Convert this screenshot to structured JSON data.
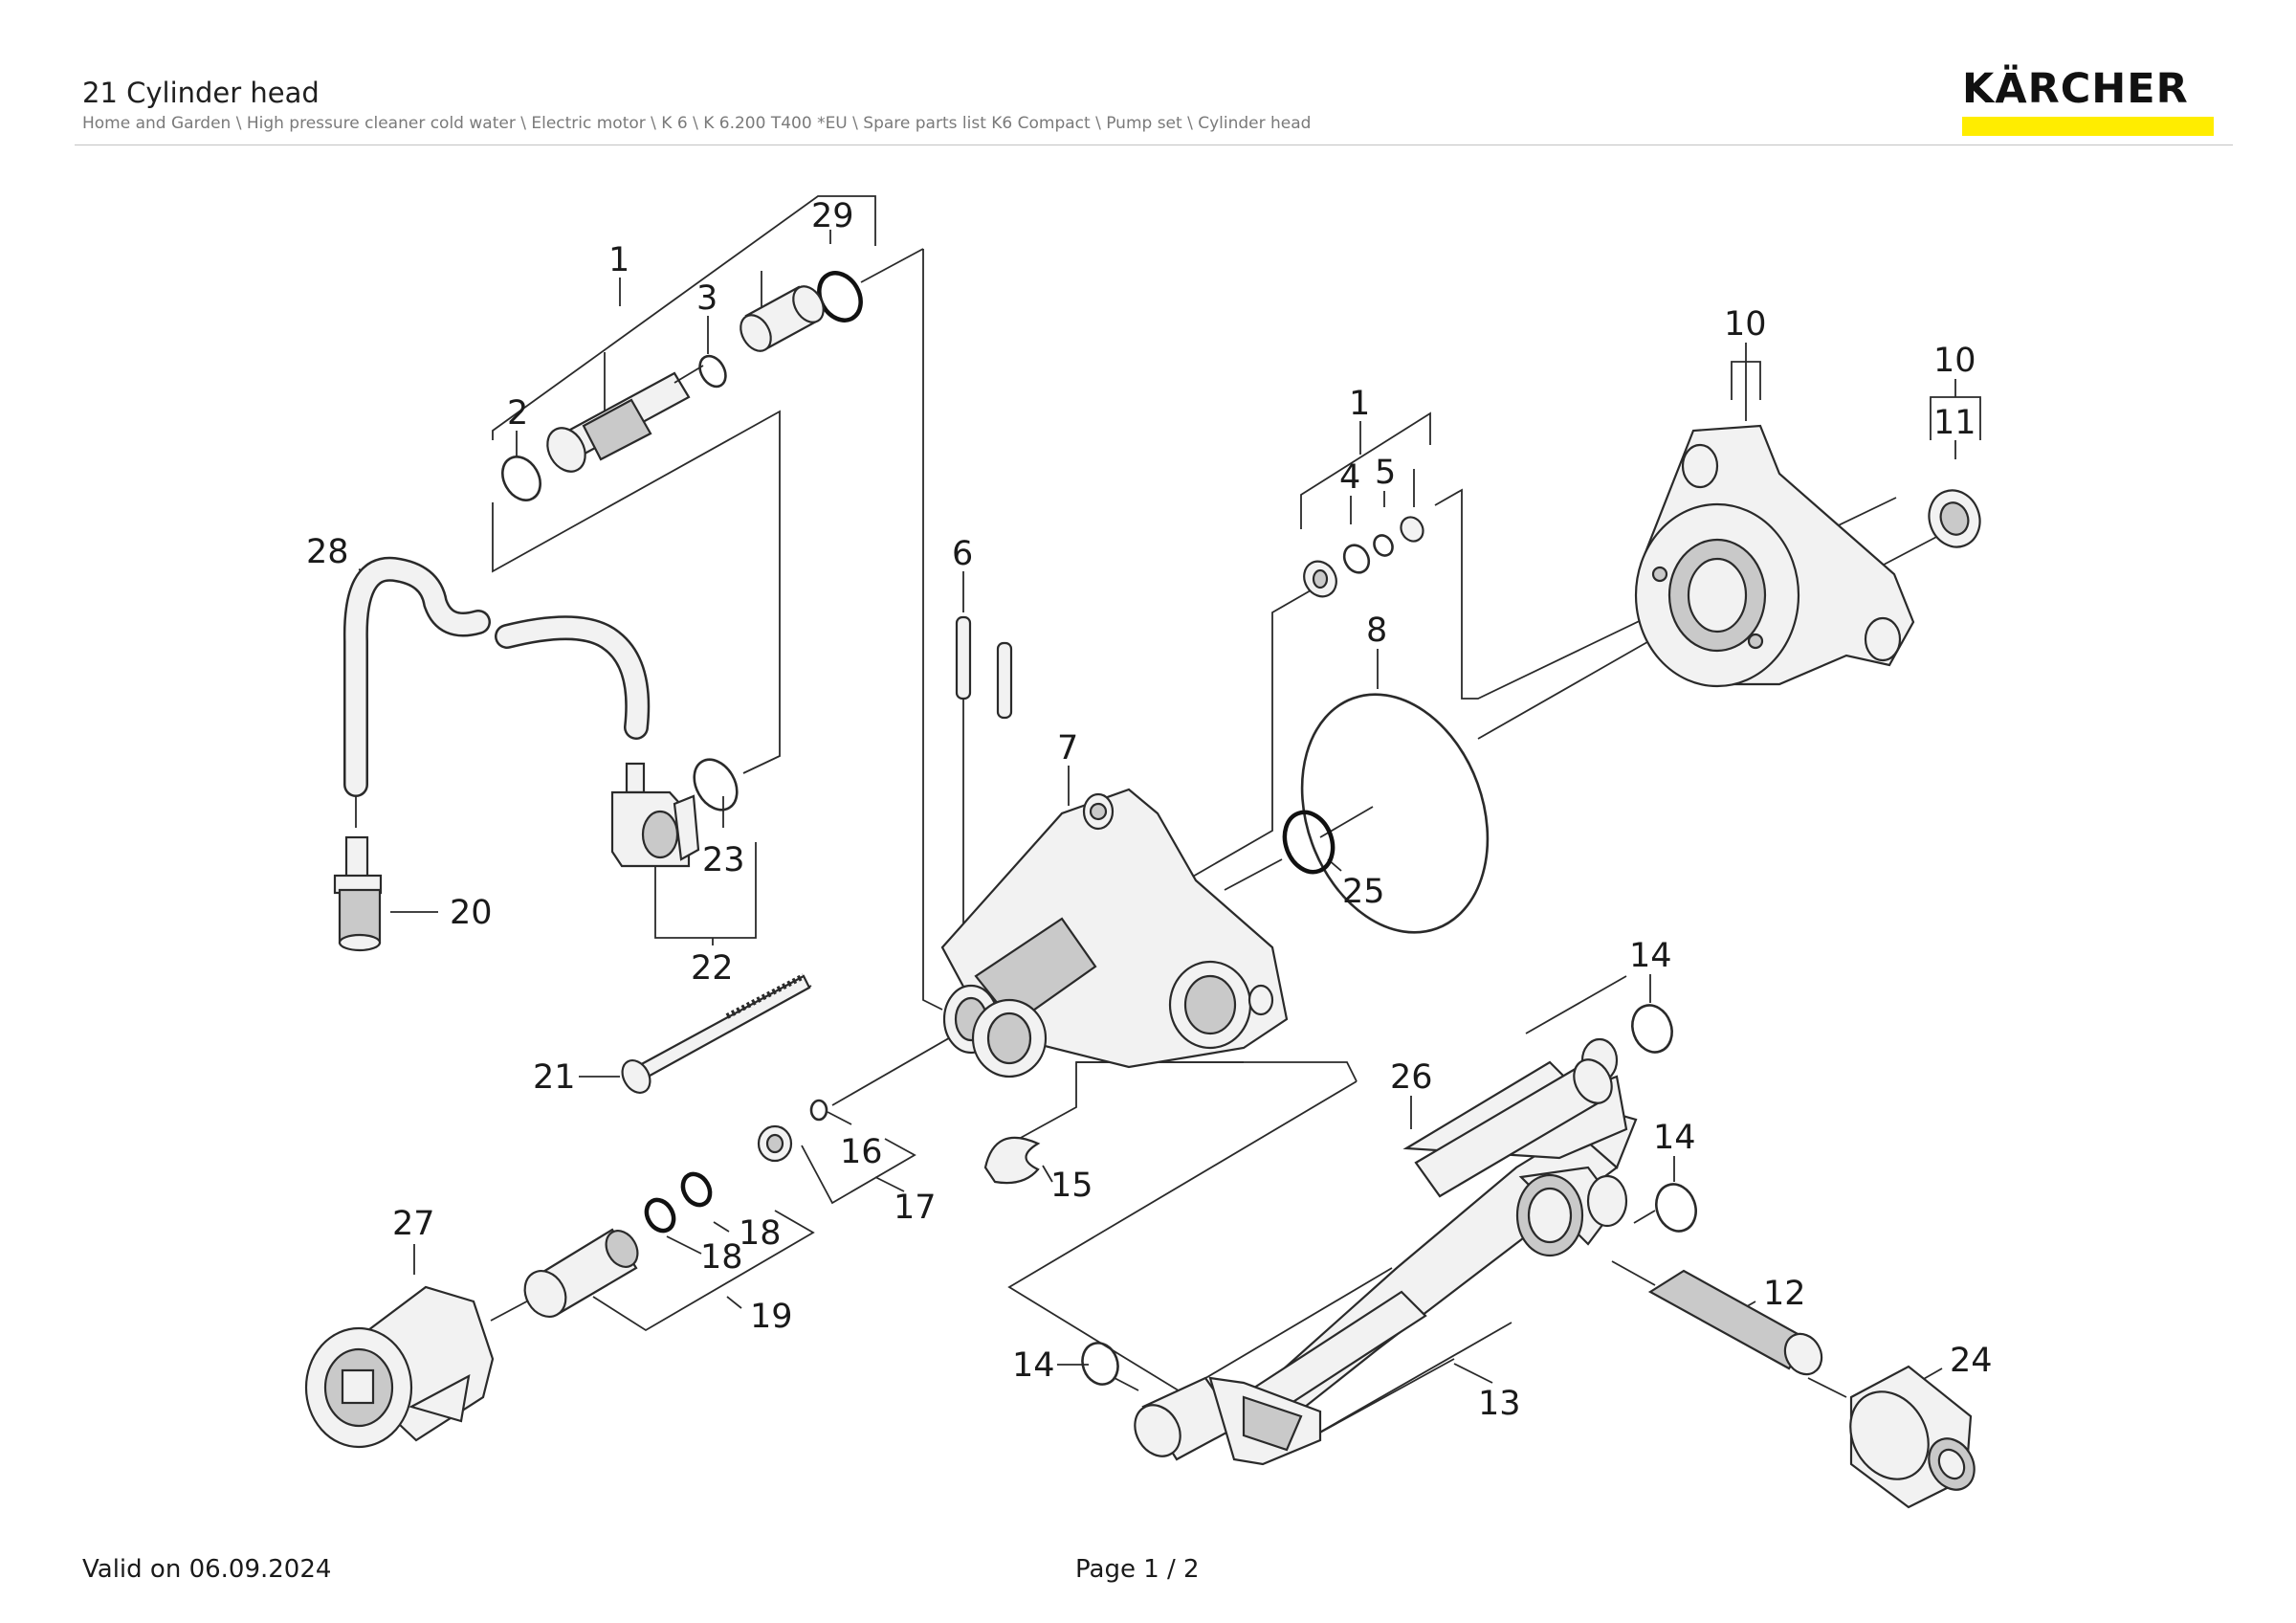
{
  "header": {
    "title": "21 Cylinder head",
    "breadcrumb": "Home and Garden \\ High pressure cleaner cold water \\ Electric motor \\ K 6 \\ K 6.200 T400 *EU \\ Spare parts list K6 Compact \\ Pump set \\ Cylinder head",
    "logo_text": "KÄRCHER",
    "brand_yellow": "#ffed00"
  },
  "diagram": {
    "callouts": [
      {
        "id": "c1",
        "text": "1"
      },
      {
        "id": "c29",
        "text": "29"
      },
      {
        "id": "c3",
        "text": "3"
      },
      {
        "id": "c2",
        "text": "2"
      },
      {
        "id": "c28",
        "text": "28"
      },
      {
        "id": "c20",
        "text": "20"
      },
      {
        "id": "c23",
        "text": "23"
      },
      {
        "id": "c22",
        "text": "22"
      },
      {
        "id": "c21",
        "text": "21"
      },
      {
        "id": "c6",
        "text": "6"
      },
      {
        "id": "c7",
        "text": "7"
      },
      {
        "id": "c1b",
        "text": "1"
      },
      {
        "id": "c4",
        "text": "4"
      },
      {
        "id": "c5",
        "text": "5"
      },
      {
        "id": "c8",
        "text": "8"
      },
      {
        "id": "c25",
        "text": "25"
      },
      {
        "id": "c10",
        "text": "10"
      },
      {
        "id": "c10b",
        "text": "10"
      },
      {
        "id": "c11",
        "text": "11"
      },
      {
        "id": "c16",
        "text": "16"
      },
      {
        "id": "c17",
        "text": "17"
      },
      {
        "id": "c15",
        "text": "15"
      },
      {
        "id": "c18",
        "text": "18"
      },
      {
        "id": "c18b",
        "text": "18"
      },
      {
        "id": "c19",
        "text": "19"
      },
      {
        "id": "c27",
        "text": "27"
      },
      {
        "id": "c26",
        "text": "26"
      },
      {
        "id": "c14",
        "text": "14"
      },
      {
        "id": "c14b",
        "text": "14"
      },
      {
        "id": "c14c",
        "text": "14"
      },
      {
        "id": "c12",
        "text": "12"
      },
      {
        "id": "c13",
        "text": "13"
      },
      {
        "id": "c24",
        "text": "24"
      }
    ]
  },
  "footer": {
    "valid": "Valid on 06.09.2024",
    "page": "Page 1 / 2"
  }
}
